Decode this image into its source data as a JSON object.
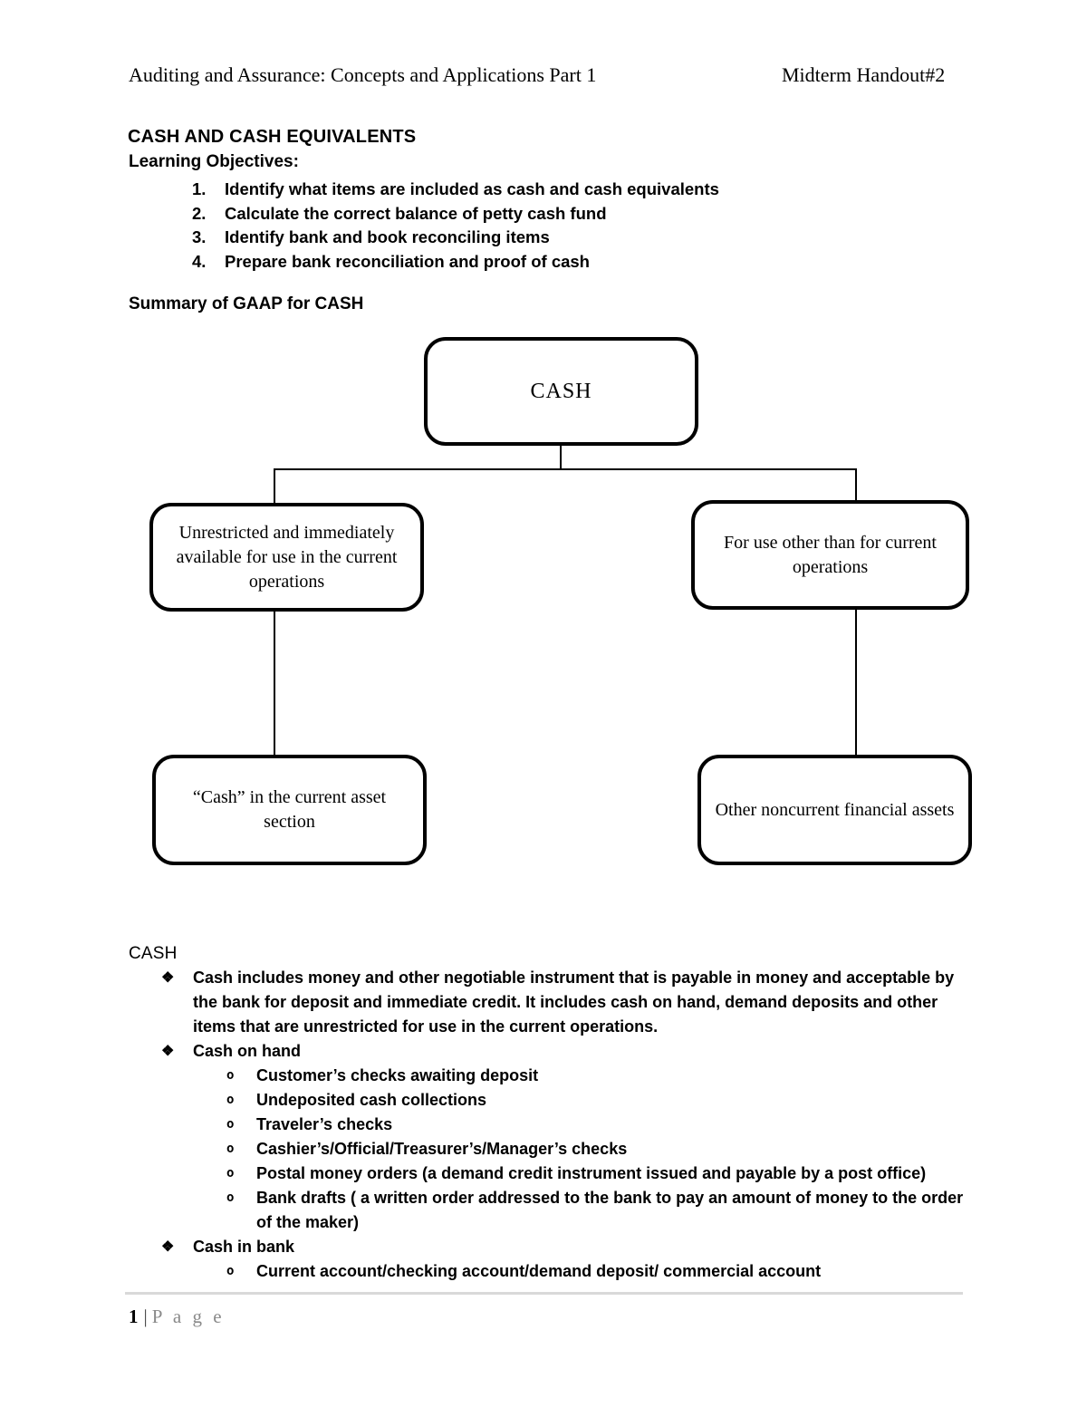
{
  "header": {
    "left": "Auditing and Assurance: Concepts and Applications Part 1",
    "right": "Midterm Handout#2"
  },
  "intro": {
    "title": "CASH AND CASH EQUIVALENTS",
    "objectives_label": "Learning Objectives:",
    "objectives": [
      {
        "num": "1.",
        "text": "Identify what items are included as cash and cash equivalents"
      },
      {
        "num": "2.",
        "text": "Calculate the correct balance of petty cash fund"
      },
      {
        "num": "3.",
        "text": "Identify bank and book reconciling items"
      },
      {
        "num": "4.",
        "text": "Prepare bank reconciliation and proof of cash"
      }
    ],
    "summary_label": "Summary of GAAP for CASH"
  },
  "diagram": {
    "root": "CASH",
    "branch_left": "Unrestricted and immediately available for use in the current operations",
    "branch_right": "For use other than for current operations",
    "leaf_left": "“Cash” in the current asset section",
    "leaf_right": "Other noncurrent financial assets"
  },
  "body": {
    "heading": "CASH",
    "bullet_char": "❖",
    "sub_bullet_char": "o",
    "bullets": [
      {
        "text": "Cash includes money and other negotiable instrument that is payable in money and acceptable by the bank for deposit and immediate credit. It includes cash on hand, demand deposits and other items that are unrestricted for use in the current operations.",
        "subs": []
      },
      {
        "text": "Cash on hand",
        "subs": [
          "Customer’s checks awaiting deposit",
          "Undeposited cash collections",
          "Traveler’s checks",
          "Cashier’s/Official/Treasurer’s/Manager’s checks",
          "Postal money orders (a demand credit instrument issued and payable by a post office)",
          "Bank drafts ( a written order addressed to the bank to pay an amount of money to the order of the maker)"
        ]
      },
      {
        "text": "Cash in bank",
        "subs": [
          "Current account/checking account/demand deposit/ commercial account"
        ]
      }
    ]
  },
  "footer": {
    "page_number": "1",
    "separator": "|",
    "page_label": "P a g e"
  },
  "colors": {
    "footer_rule": "#d9d9d9",
    "muted_text": "#8a8a8a",
    "ink": "#000000"
  }
}
